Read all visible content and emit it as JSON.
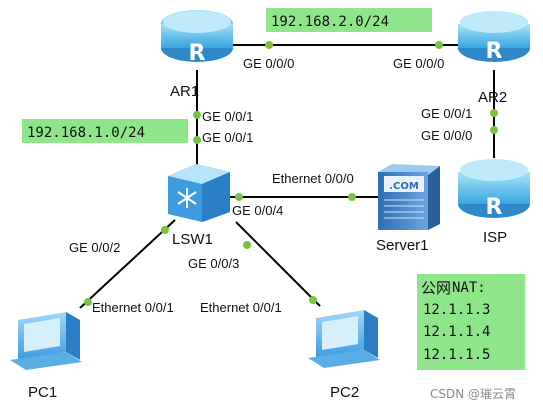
{
  "colors": {
    "link": "#000000",
    "port_dot": "#7cc242",
    "subnet_bg": "#8fe68a",
    "router_fill": "#6ec9ef",
    "router_dark": "#2f88c8",
    "server_fill": "#4a86c8",
    "pc_fill": "#5aaee6"
  },
  "devices": {
    "ar1": {
      "name": "AR1",
      "icon": "router-icon",
      "glyph": "R"
    },
    "ar2": {
      "name": "AR2",
      "icon": "router-icon",
      "glyph": "R"
    },
    "isp": {
      "name": "ISP",
      "icon": "router-icon",
      "glyph": "R"
    },
    "lsw1": {
      "name": "LSW1",
      "icon": "switch-icon"
    },
    "server1": {
      "name": "Server1",
      "icon": "server-icon",
      "badge": ".COM"
    },
    "pc1": {
      "name": "PC1",
      "icon": "pc-icon"
    },
    "pc2": {
      "name": "PC2",
      "icon": "pc-icon"
    }
  },
  "subnets": {
    "top": "192.168.2.0/24",
    "left": "192.168.1.0/24"
  },
  "ports": {
    "ar1_to_ar2": "GE 0/0/0",
    "ar2_to_ar1": "GE 0/0/0",
    "ar1_down": "GE 0/0/1",
    "lsw1_up": "GE 0/0/1",
    "ar2_down": "GE 0/0/1",
    "isp_up": "GE 0/0/0",
    "server1_port": "Ethernet 0/0/0",
    "lsw1_to_server": "GE 0/0/4",
    "lsw1_to_pc1": "GE 0/0/2",
    "lsw1_to_pc2": "GE 0/0/3",
    "pc1_port": "Ethernet 0/0/1",
    "pc2_port": "Ethernet 0/0/1"
  },
  "nat": {
    "title_cn": "公网",
    "title_en": "NAT:",
    "addresses": [
      "12.1.1.3",
      "12.1.1.4",
      "12.1.1.5"
    ]
  },
  "watermark": "CSDN @璀云霄"
}
